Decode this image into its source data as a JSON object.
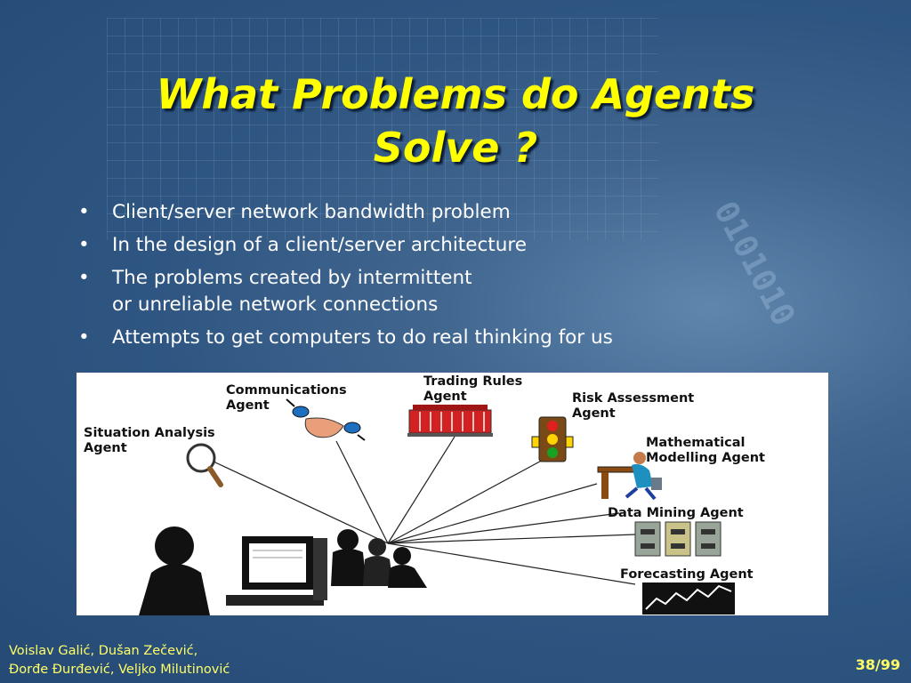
{
  "slide": {
    "title_line1": "What Problems do Agents",
    "title_line2": "Solve ?",
    "bullets": [
      {
        "line1": "Client/server network bandwidth problem",
        "line2": ""
      },
      {
        "line1": "In the design of a client/server architecture",
        "line2": ""
      },
      {
        "line1": "The problems created by intermittent",
        "line2": "or unreliable network connections"
      },
      {
        "line1": "Attempts to get computers to do real thinking for us",
        "line2": ""
      }
    ],
    "bullet_char": "•",
    "background_binary": "0101010"
  },
  "diagram": {
    "labels": {
      "communications": "Communications\nAgent",
      "trading": "Trading Rules\nAgent",
      "risk": "Risk Assessment\nAgent",
      "situation": "Situation Analysis\nAgent",
      "mathematical": "Mathematical\nModelling Agent",
      "datamining": "Data Mining Agent",
      "forecasting": "Forecasting Agent"
    }
  },
  "footer": {
    "authors_line1": "Voislav Galić, Dušan Zečević,",
    "authors_line2": "Đorđe Đurđević, Veljko Milutinović",
    "page": "38/99"
  },
  "colors": {
    "title": "#ffff00",
    "footer_text": "#ffff66",
    "bullet_text": "#ffffff"
  }
}
